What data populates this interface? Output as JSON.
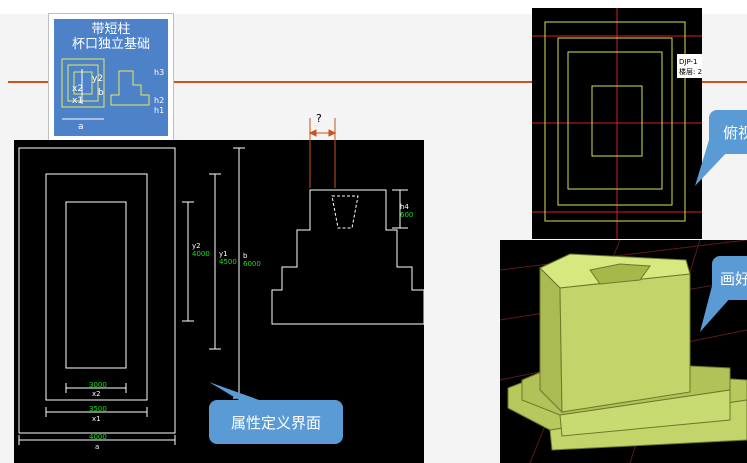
{
  "thumbnail": {
    "title_line1": "带短柱",
    "title_line2": "杯口独立基础",
    "labels": {
      "y2": "y2",
      "x2": "x2",
      "x1": "x1",
      "b": "b",
      "a": "a",
      "h1": "h1",
      "h2": "h2",
      "h3": "h3"
    }
  },
  "section_view": {
    "question_mark": "?",
    "h4_label": "h4",
    "h4_value": "600",
    "y2_label": "y2",
    "y2_value": "4000",
    "y1_label": "y1",
    "y1_value": "4500",
    "b_label": "b",
    "b_value": "6000",
    "x2_value": "3000",
    "x2_label": "x2",
    "x1_value": "3500",
    "x1_label": "x1",
    "a_value": "4000",
    "a_label": "a"
  },
  "callouts": {
    "property": "属性定义界面",
    "top": "俯视",
    "iso": "画好"
  },
  "top_view": {
    "tag_line1": "DJP-1",
    "tag_line2": "楼层: 2"
  },
  "colors": {
    "accent_line": "#c8541e",
    "cad_yellow": "#d8e050",
    "cad_green": "#19e019",
    "callout_blue": "#5b9bd5",
    "footing_green": "#c2d46a"
  }
}
